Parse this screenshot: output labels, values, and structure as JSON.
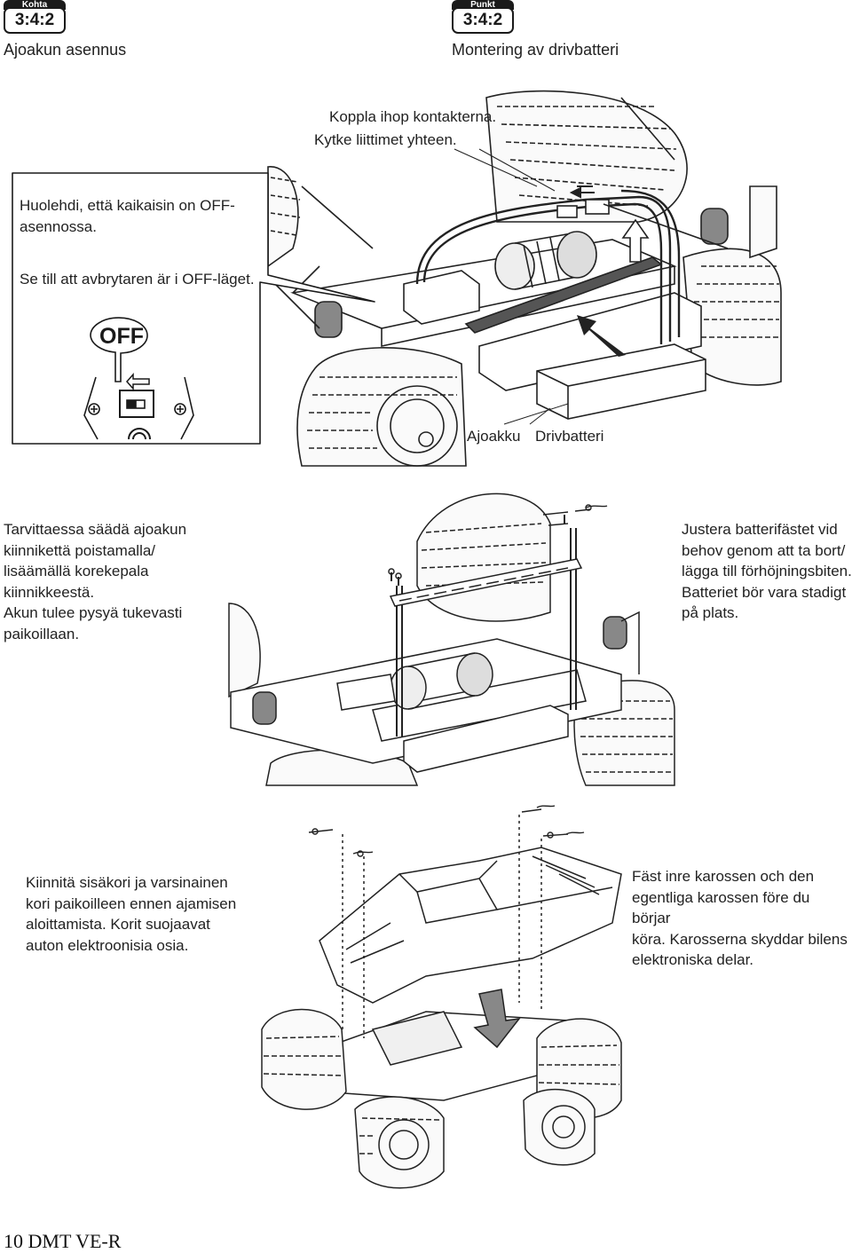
{
  "left_header": {
    "kicker": "Kohta",
    "step": "3:4:2",
    "title": "Ajoakun asennus"
  },
  "right_header": {
    "kicker": "Punkt",
    "step": "3:4:2",
    "title": "Montering av drivbatteri"
  },
  "figure1": {
    "note_connect_sv": "Koppla ihop kontakterna.",
    "note_connect_fi": "Kytke liittimet yhteen.",
    "switch_note_fi": "Huolehdi, että kaikaisin on OFF-\nasennossa.",
    "switch_note_sv": "Se till att avbrytaren är i OFF-läget.",
    "off_label": "OFF",
    "battery_fi": "Ajoakku",
    "battery_sv": "Drivbatteri"
  },
  "section2": {
    "text_fi": "Tarvittaessa säädä ajoakun\nkiinnikettä poistamalla/\nlisäämällä korekepala\nkiinnikkeestä.\nAkun tulee pysyä tukevasti\npaikoillaan.",
    "text_sv": "Justera batterifästet vid\nbehov genom att ta bort/\nlägga till förhöjningsbiten.\nBatteriet bör vara stadigt\npå plats."
  },
  "section3": {
    "text_fi": "Kiinnitä sisäkori ja varsinainen\nkori paikoilleen ennen ajamisen\naloittamista. Korit suojaavat\nauton elektroonisia osia.",
    "text_sv": "Fäst inre karossen och den\negentliga karossen före du börjar\nköra. Karosserna skyddar bilens\nelektroniska delar."
  },
  "footer": {
    "page": "10 DMT VE-R"
  }
}
